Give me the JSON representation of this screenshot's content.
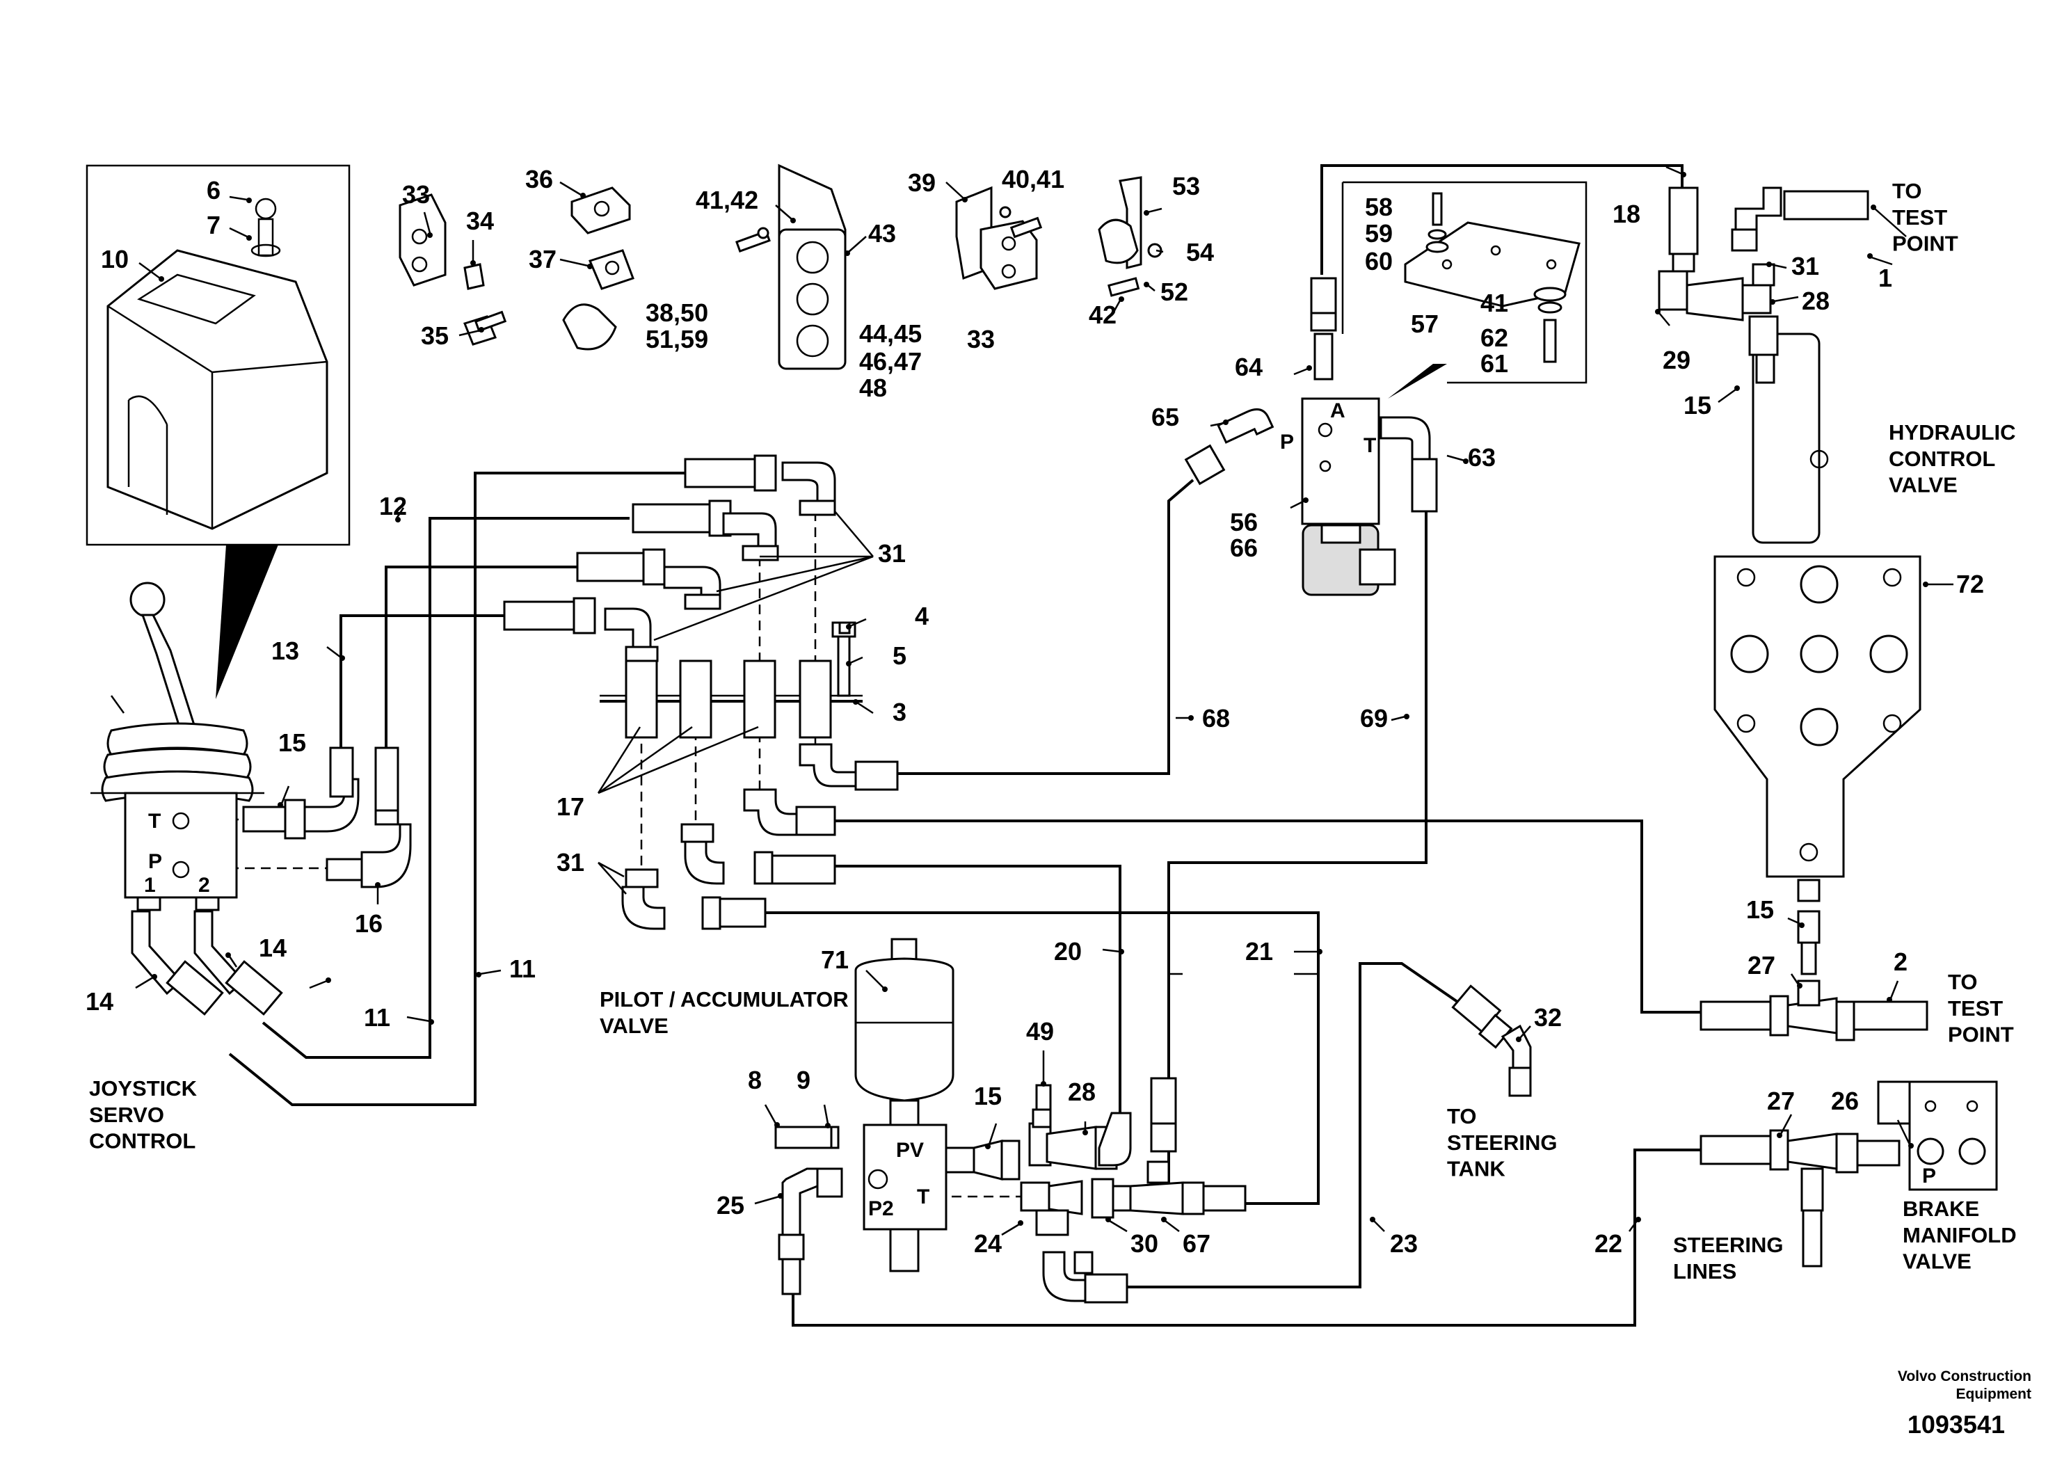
{
  "components": {
    "joystick": "JOYSTICK\nSERVO\nCONTROL",
    "pilot_valve": "PILOT / ACCUMULATOR\nVALVE",
    "hydraulic_valve": "HYDRAULIC\nCONTROL\nVALVE",
    "brake_valve": "BRAKE\nMANIFOLD\nVALVE",
    "test_point_1": "TO\nTEST\nPOINT",
    "test_point_2": "TO\nTEST\nPOINT",
    "steering_tank": "TO\nSTEERING\nTANK",
    "steering_lines": "STEERING\nLINES"
  },
  "port_labels": {
    "joystick_t": "T",
    "joystick_p": "P",
    "joystick_1": "1",
    "joystick_2": "2",
    "pilot_pv": "PV",
    "pilot_p2": "P2",
    "pilot_t": "T",
    "valve56_a": "A",
    "valve56_p": "P",
    "valve56_t": "T",
    "brake_p": "P"
  },
  "callouts": {
    "c1": "1",
    "c2": "2",
    "c3": "3",
    "c4": "4",
    "c5": "5",
    "c6": "6",
    "c7": "7",
    "c8": "8",
    "c9": "9",
    "c10": "10",
    "c11a": "11",
    "c11b": "11",
    "c12": "12",
    "c13": "13",
    "c14a": "14",
    "c14b": "14",
    "c15a": "15",
    "c15b": "15",
    "c15c": "15",
    "c15d": "15",
    "c16": "16",
    "c17": "17",
    "c18": "18",
    "c20": "20",
    "c21": "21",
    "c22": "22",
    "c23": "23",
    "c24": "24",
    "c25": "25",
    "c26": "26",
    "c27a": "27",
    "c27b": "27",
    "c28a": "28",
    "c28b": "28",
    "c29": "29",
    "c30": "30",
    "c31a": "31",
    "c31b": "31",
    "c31c": "31",
    "c32": "32",
    "c33a": "33",
    "c33b": "33",
    "c34": "34",
    "c35": "35",
    "c36": "36",
    "c37": "37",
    "c38": "38,50",
    "c51": "51,59",
    "c39": "39",
    "c40": "40,41",
    "c41a": "41,42",
    "c41b": "41",
    "c42": "42",
    "c43": "43",
    "c44": "44,45",
    "c46": "46,47",
    "c48": "48",
    "c49": "49",
    "c52": "52",
    "c53": "53",
    "c54": "54",
    "c56": "56",
    "c57": "57",
    "c58": "58",
    "c59": "59",
    "c60": "60",
    "c61": "61",
    "c62": "62",
    "c63": "63",
    "c64": "64",
    "c65": "65",
    "c66": "66",
    "c67": "67",
    "c68": "68",
    "c69": "69",
    "c71": "71",
    "c72": "72"
  },
  "footer": {
    "brand": "Volvo Construction\nEquipment",
    "doc_number": "1093541"
  }
}
